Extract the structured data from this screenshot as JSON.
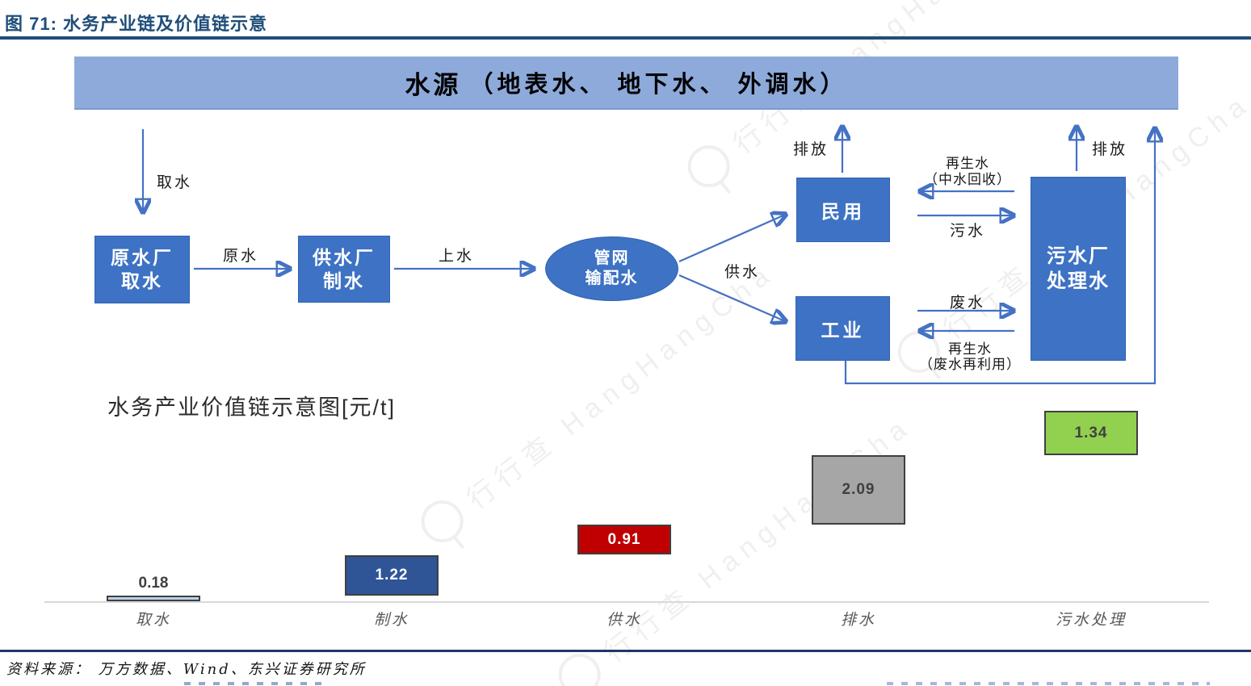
{
  "figure": {
    "title": "图 71: 水务产业链及价值链示意",
    "source": "资料来源： 万方数据、Wind、东兴证券研究所"
  },
  "banner": {
    "bold": "水源",
    "rest": "（地表水、 地下水、 外调水）"
  },
  "flow": {
    "nodes": [
      {
        "id": "raw-plant",
        "lines": [
          "原水厂",
          "取水"
        ]
      },
      {
        "id": "supply-plant",
        "lines": [
          "供水厂",
          "制水"
        ]
      },
      {
        "id": "pipe-network",
        "lines": [
          "管网",
          "输配水"
        ]
      },
      {
        "id": "civil",
        "lines": [
          "民用"
        ]
      },
      {
        "id": "industry",
        "lines": [
          "工业"
        ]
      },
      {
        "id": "sewage-plant",
        "lines": [
          "污水厂",
          "处理水"
        ]
      }
    ],
    "labels": {
      "intake": "取水",
      "raw_water": "原水",
      "upper_water": "上水",
      "supply": "供水",
      "discharge_civil": "排放",
      "discharge_plant": "排放",
      "recycle_civil_line1": "再生水",
      "recycle_civil_line2": "（中水回收）",
      "sewage": "污水",
      "waste": "废水",
      "recycle_industry_line1": "再生水",
      "recycle_industry_line2": "（废水再利用）"
    },
    "node_color": "#3D72C4",
    "arrow_color": "#4472C4",
    "banner_color": "#8EAADB"
  },
  "chart_data": {
    "type": "bar",
    "subtype": "waterfall",
    "title": "水务产业价值链示意图[元/t]",
    "unit": "元/t",
    "categories": [
      "取水",
      "制水",
      "供水",
      "排水",
      "污水处理"
    ],
    "values": [
      0.18,
      1.22,
      0.91,
      2.09,
      1.34
    ],
    "value_labels": [
      "0.18",
      "1.22",
      "0.91",
      "2.09",
      "1.34"
    ],
    "bars": [
      {
        "color": "#BDD1E8",
        "text_color": "#404040",
        "label_inside": false
      },
      {
        "color": "#2F5597",
        "text_color": "#FFFFFF",
        "label_inside": true
      },
      {
        "color": "#C00000",
        "text_color": "#FFFFFF",
        "label_inside": true
      },
      {
        "color": "#A6A6A6",
        "text_color": "#404040",
        "label_inside": true
      },
      {
        "color": "#92D050",
        "text_color": "#404040",
        "label_inside": true
      }
    ],
    "border_color": "#3F3F3F",
    "baseline_visible": true,
    "legend": false
  },
  "watermark": {
    "text": "行行查 HangHangCha"
  }
}
